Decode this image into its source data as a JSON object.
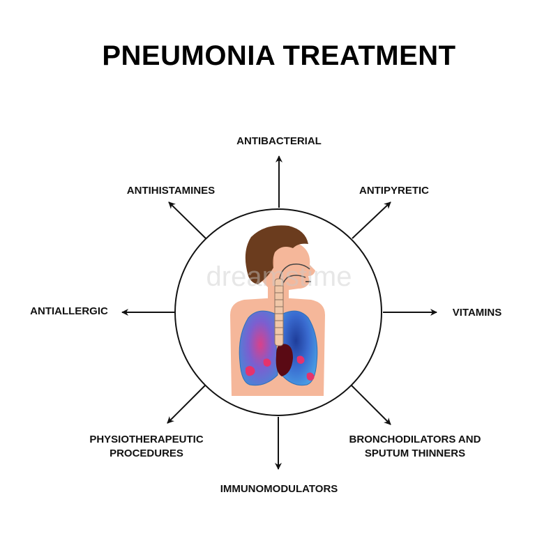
{
  "title": "PNEUMONIA TREATMENT",
  "watermark": "dreamstime",
  "colors": {
    "arrow": "#111111",
    "circle": "#111111",
    "skin": "#f5b79a",
    "hair": "#6b3c1e",
    "lung": "#3c8fd8",
    "inflammation": "#e5336d",
    "heart": "#5a0a14",
    "trachea": "#f0c7a8"
  },
  "treatments": {
    "top": "ANTIBACTERIAL",
    "top_right": "ANTIPYRETIC",
    "right": "VITAMINS",
    "bottom_right_1": "BRONCHODILATORS AND",
    "bottom_right_2": "SPUTUM THINNERS",
    "bottom": "IMMUNOMODULATORS",
    "bottom_left_1": "PHYSIOTHERAPEUTIC",
    "bottom_left_2": "PROCEDURES",
    "left": "ANTIALLERGIC",
    "top_left": "ANTIHISTAMINES"
  }
}
